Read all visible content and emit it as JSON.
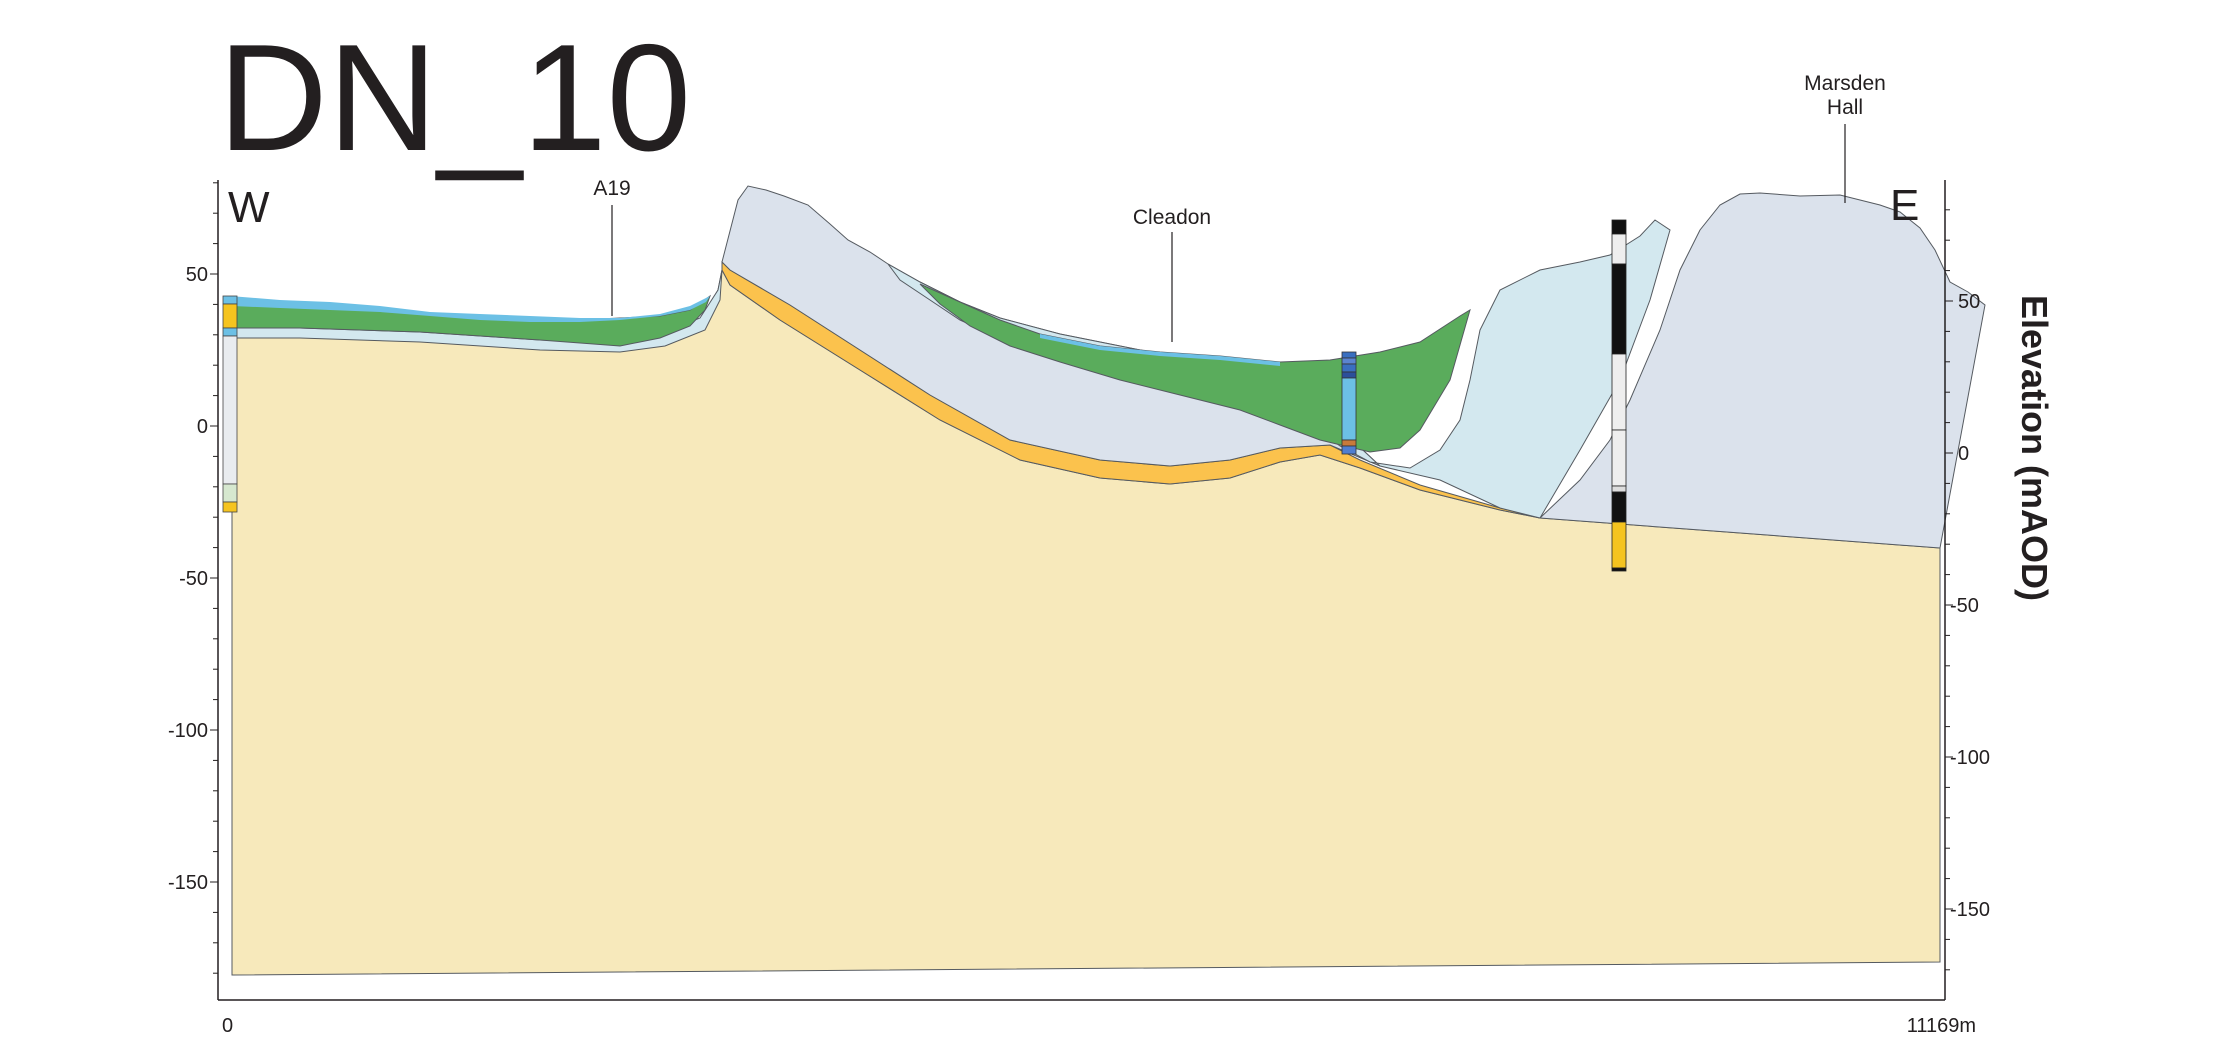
{
  "title": "DN_10",
  "directions": {
    "west": "W",
    "east": "E"
  },
  "left_axis": {
    "ticks": [
      "50",
      "0",
      "-50",
      "-100",
      "-150"
    ]
  },
  "right_axis": {
    "label": "Elevation (mAOD)",
    "ticks": [
      "50",
      "0",
      "-50",
      "-100",
      "-150"
    ]
  },
  "bottom_axis": {
    "start": "0",
    "end": "11169m"
  },
  "place_labels": {
    "a19": "A19",
    "cleadon": "Cleadon",
    "marsden_line1": "Marsden",
    "marsden_line2": "Hall"
  },
  "colors": {
    "bedrock_cream": "#f7e9bb",
    "orange_band": "#fbc24d",
    "grey_blue_mass": "#dbe2ec",
    "pale_cyan": "#d3e8ef",
    "green_deposit": "#5aac5c",
    "blue_surface": "#6cc0e5",
    "borehole_black": "#111111",
    "borehole_yellow": "#f5c41f",
    "axis": "#231f20"
  }
}
